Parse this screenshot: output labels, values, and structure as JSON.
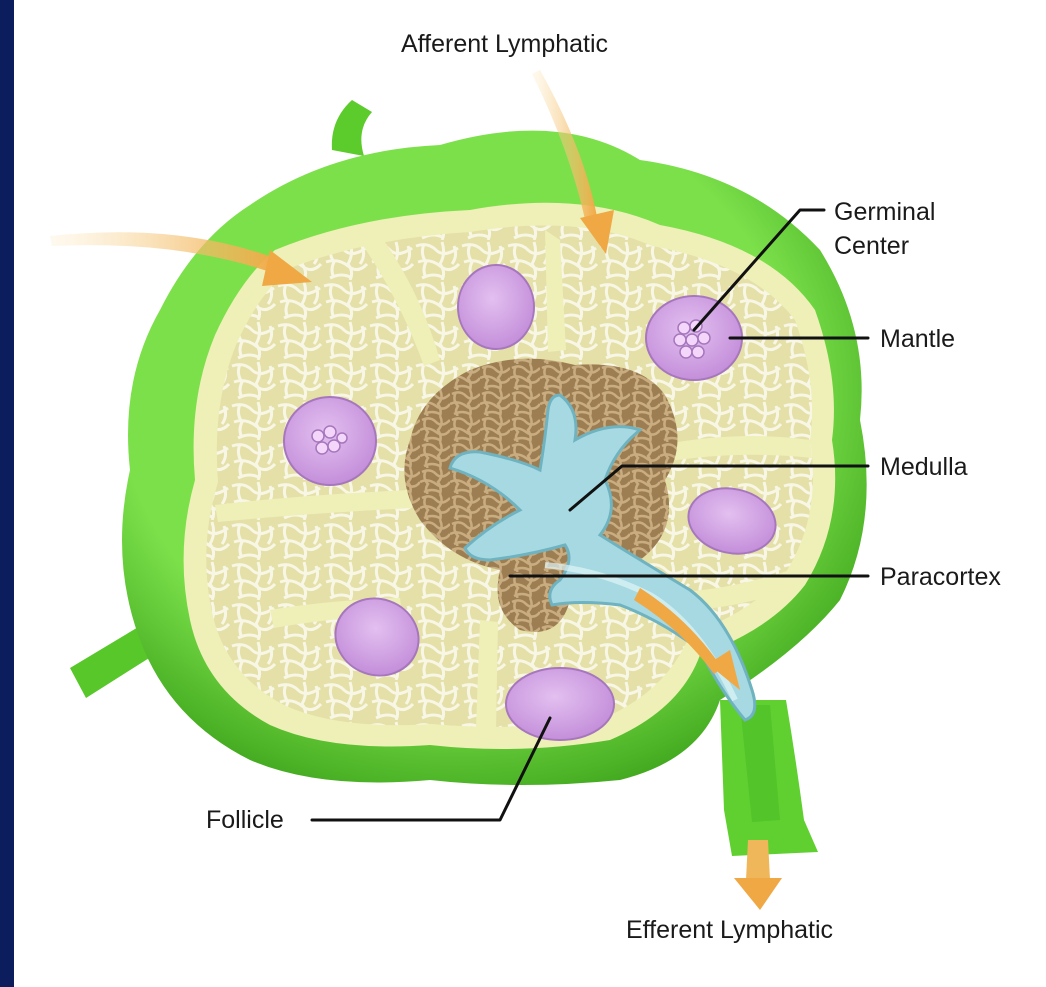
{
  "labels": {
    "afferent": "Afferent Lymphatic",
    "germinal_line1": "Germinal",
    "germinal_line2": "Center",
    "mantle": "Mantle",
    "medulla": "Medulla",
    "paracortex": "Paracortex",
    "follicle": "Follicle",
    "efferent": "Efferent Lymphatic"
  },
  "colors": {
    "frame": "#0b1d5c",
    "capsule": "#6fd43a",
    "capsule_dark": "#3fae1f",
    "stroma": "#eef0b4",
    "cortex_fill": "#d9d59a",
    "follicle": "#d9a8e8",
    "follicle_edge": "#9a6bb0",
    "paracortex": "#a88a5e",
    "medulla": "#a9dbe3",
    "arrow": "#f0b65a"
  }
}
